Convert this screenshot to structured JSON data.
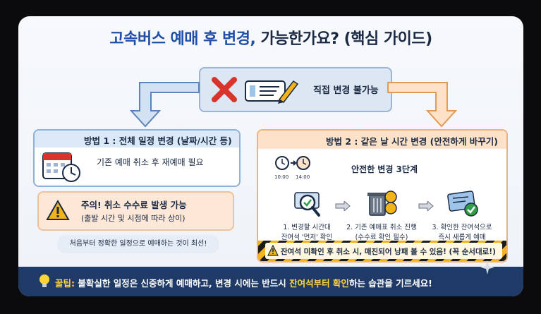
{
  "title": {
    "part1": "고속버스 예매 후 변경,",
    "part2": " 가능한가요? (핵심 가이드)"
  },
  "banner": {
    "label": "직접 변경 불가능"
  },
  "method1": {
    "header": "방법 1 : 전체 일정 변경 (날짜/시간 등)",
    "body": "기존 예매 취소 후 재예매 필요"
  },
  "warning": {
    "line1": "주의! 취소 수수료 발생 가능",
    "line2": "(출발 시간 및 시점에 따라 상이)"
  },
  "left_tip": "처음부터 정확한 일정으로 예매하는 것이 최선!",
  "method2": {
    "header": "방법 2 : 같은 날 시간 변경 (안전하게 바꾸기)",
    "clock_times": [
      "10:00",
      "14:00"
    ],
    "subtitle": "안전한 변경 3단계",
    "steps": [
      {
        "line1": "1. 변경할 시간대",
        "line2": "잔여석 '먼저' 확인"
      },
      {
        "line1": "2. 기존 예매표 취소 진행",
        "line2": "(수수료 확인 필수)"
      },
      {
        "line1": "3. 확인한 잔여석으로",
        "line2": "즉시 새롭게 예매"
      }
    ],
    "hazard": "잔여석 미확인 후 취소 시, 매진되어 낭패 볼 수 있음! (꼭 순서대로!)"
  },
  "bottom_tip": {
    "prefix": "꿀팁:",
    "text1": " 불확실한 일정은 신중하게 예매하고, 변경 시에는 반드시 ",
    "highlight": "잔여석부터 확인",
    "text2": "하는 습관을 기르세요!"
  },
  "colors": {
    "brand_blue": "#1f4fa8",
    "navy": "#1f3a66",
    "orange": "#f0b27a",
    "warning_yellow": "#f3b31a",
    "red_x": "#d9342b",
    "highlight_yellow": "#ffd43b"
  }
}
